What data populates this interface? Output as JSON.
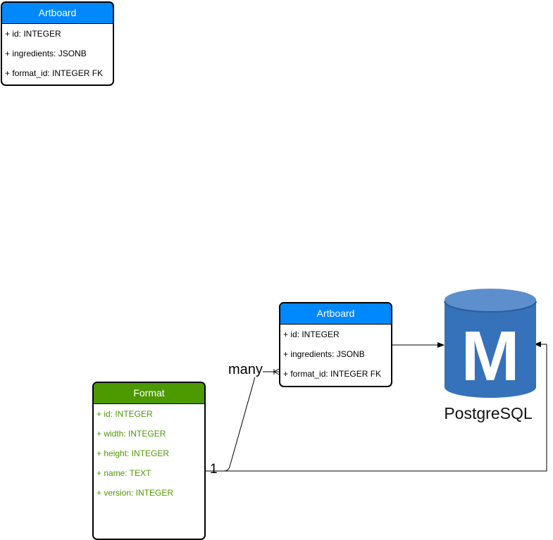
{
  "colors": {
    "artboard_header": "#0088ff",
    "format_header": "#4d9900",
    "format_text": "#4d9900",
    "attr_text": "#000000",
    "db_top": "#5d8fcc",
    "db_body": "#3572b9",
    "db_letter": "#ffffff"
  },
  "entities": {
    "artboard_top": {
      "title": "Artboard",
      "attrs": [
        "+ id: INTEGER",
        "+ ingredients: JSONB",
        "+ format_id: INTEGER FK"
      ]
    },
    "artboard_mid": {
      "title": "Artboard",
      "attrs": [
        "+ id: INTEGER",
        "+ ingredients: JSONB",
        "+ format_id: INTEGER FK"
      ]
    },
    "format": {
      "title": "Format",
      "attrs": [
        "+ id: INTEGER",
        "+ width: INTEGER",
        "+ height: INTEGER",
        "+ name: TEXT",
        "+ version: INTEGER"
      ]
    }
  },
  "database": {
    "label": "PostgreSQL",
    "icon": "database-cylinder-icon",
    "letter": "M"
  },
  "relationship": {
    "many_label": "many",
    "one_label": "1"
  }
}
